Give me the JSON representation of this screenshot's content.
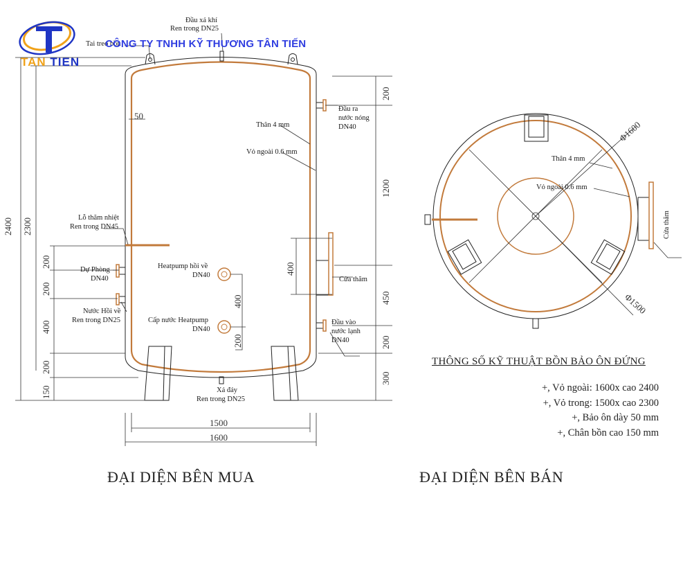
{
  "header": {
    "company_name": "CÔNG TY TNHH KỸ THƯƠNG TÂN TIẾN",
    "logo_letter": "T",
    "logo_text_1": "TAN",
    "logo_text_2": "TIEN"
  },
  "front_view": {
    "labels": {
      "lifting_lug": "Tai treo bồn",
      "vent_1": "Đầu xả khí",
      "vent_2": "Ren trong DN25",
      "hot_out_1": "Đầu ra",
      "hot_out_2": "nước nóng",
      "hot_out_3": "DN40",
      "shell": "Thân 4 mm",
      "outer": "Vỏ ngoài 0.6 mm",
      "insulation": "50",
      "sensor_1": "Lỗ thăm nhiệt",
      "sensor_2": "Ren trong DN45",
      "spare_1": "Dự Phòng",
      "spare_2": "DN40",
      "return_1": "Nước Hồi về",
      "return_2": "Ren trong DN25",
      "hp_return_1": "Heatpump hồi về",
      "hp_return_2": "DN40",
      "hp_supply_1": "Cấp nước Heatpump",
      "hp_supply_2": "DN40",
      "manhole": "Cửa thăm",
      "cold_in_1": "Đầu vào",
      "cold_in_2": "nước lạnh",
      "cold_in_3": "DN40",
      "drain_1": "Xả đáy",
      "drain_2": "Ren trong DN25"
    },
    "dims": {
      "d2400": "2400",
      "d2300": "2300",
      "l200a": "200",
      "l200b": "200",
      "l400": "400",
      "l200c": "200",
      "l150": "150",
      "r200": "200",
      "r1200": "1200",
      "r450": "450",
      "r200b": "200",
      "r300": "300",
      "m400": "400",
      "c400": "400",
      "c200": "200",
      "w1500": "1500",
      "w1600": "1600"
    }
  },
  "top_view": {
    "labels": {
      "shell": "Thân 4 mm",
      "outer": "Vỏ ngoài 0.6 mm",
      "d1600": "Φ1600",
      "d1500": "Φ1500",
      "manhole": "Cửa thăm"
    }
  },
  "specs": {
    "title": "THÔNG SỐ KỸ THUẬT BỒN BẢO ÔN ĐỨNG",
    "lines": [
      "+, Vỏ ngoài: 1600x cao 2400",
      "+, Vỏ trong: 1500x cao 2300",
      "+, Bảo ôn dày 50 mm",
      "+, Chân bồn cao 150 mm"
    ]
  },
  "signatures": {
    "buyer": "ĐẠI DIỆN BÊN MUA",
    "seller": "ĐẠI DIỆN BÊN BÁN"
  },
  "colors": {
    "inner_shell": "#c27a3b",
    "company": "#2f3de0",
    "logo_blue": "#1f35c4",
    "logo_orange": "#f0a21a"
  }
}
